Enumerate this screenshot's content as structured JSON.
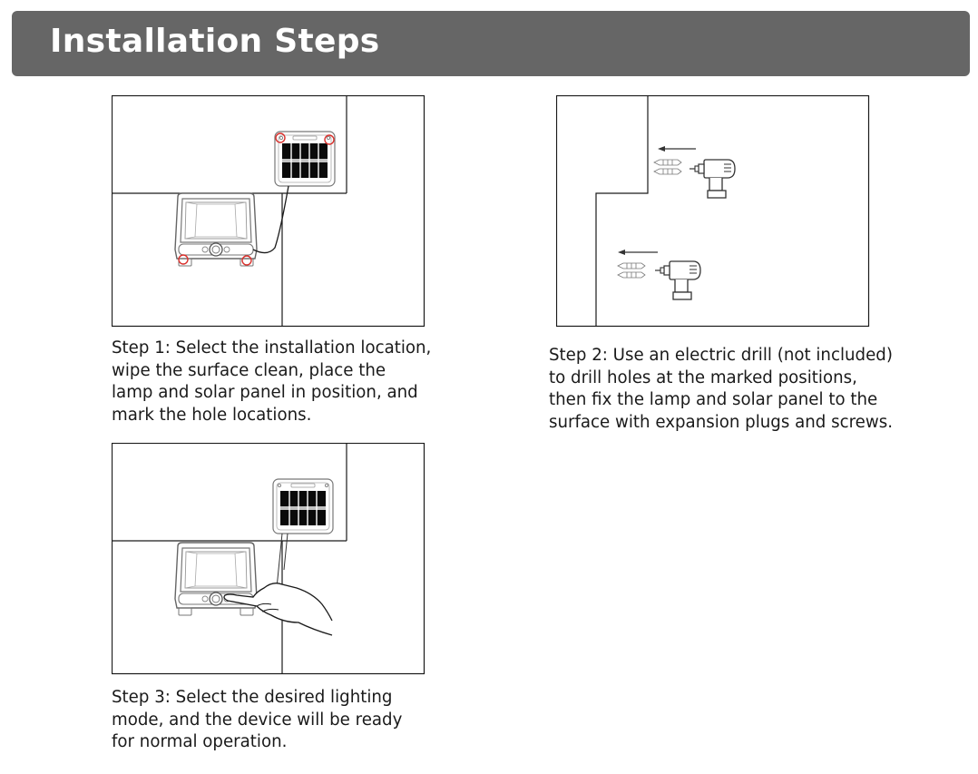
{
  "header": {
    "title": "Installation Steps"
  },
  "colors": {
    "header_bg": "#666666",
    "mark_circle": "#d9302c",
    "line": "#1a1a1a"
  },
  "steps": [
    {
      "lines": [
        "Step 1: Select the installation location,",
        "wipe the surface clean, place the",
        "lamp and solar panel in position, and",
        "mark the hole locations."
      ]
    },
    {
      "lines": [
        "Step 2: Use an electric drill (not included)",
        "to drill holes at the marked positions,",
        "then fix the lamp and solar panel to the",
        "surface with expansion plugs and screws."
      ]
    },
    {
      "lines": [
        "Step 3: Select the desired lighting",
        "mode, and the device will be ready",
        "for normal operation."
      ]
    }
  ]
}
